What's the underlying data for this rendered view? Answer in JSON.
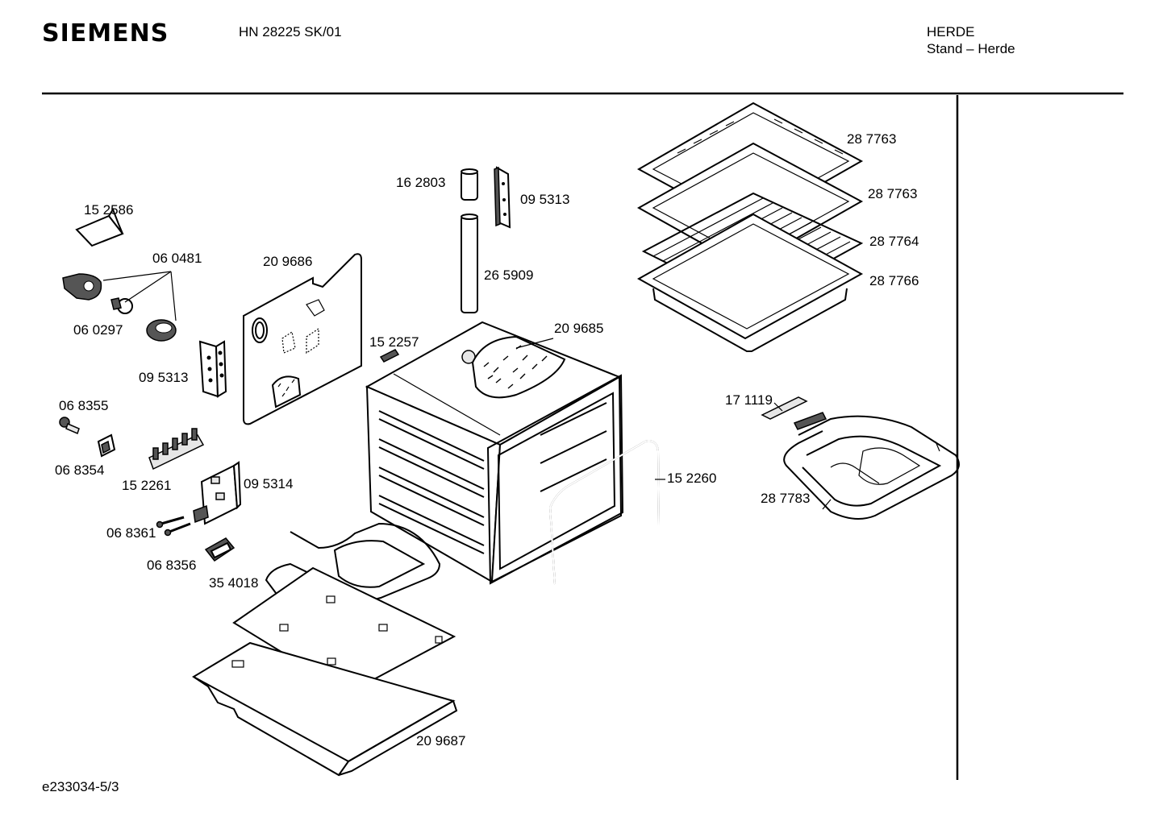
{
  "header": {
    "brand": "SIEMENS",
    "model": "HN 28225 SK/01",
    "category": "HERDE",
    "subcategory": "Stand – Herde"
  },
  "footer": {
    "doc_id": "e233034-5/3"
  },
  "parts": {
    "p152586": "15 2586",
    "p060481": "06 0481",
    "p060297": "06 0297",
    "p095313a": "09 5313",
    "p068355": "06 8355",
    "p068354": "06 8354",
    "p152261": "15 2261",
    "p095314": "09 5314",
    "p068361": "06 8361",
    "p068356": "06 8356",
    "p354018": "35 4018",
    "p209687": "20 9687",
    "p209686": "20 9686",
    "p162803": "16 2803",
    "p095313b": "09 5313",
    "p265909": "26 5909",
    "p152257": "15 2257",
    "p209685": "20 9685",
    "p152260": "15 2260",
    "p287763a": "28 7763",
    "p287763b": "28 7763",
    "p287764": "28 7764",
    "p287766": "28 7766",
    "p171119": "17 1119",
    "p287783": "28 7783"
  }
}
